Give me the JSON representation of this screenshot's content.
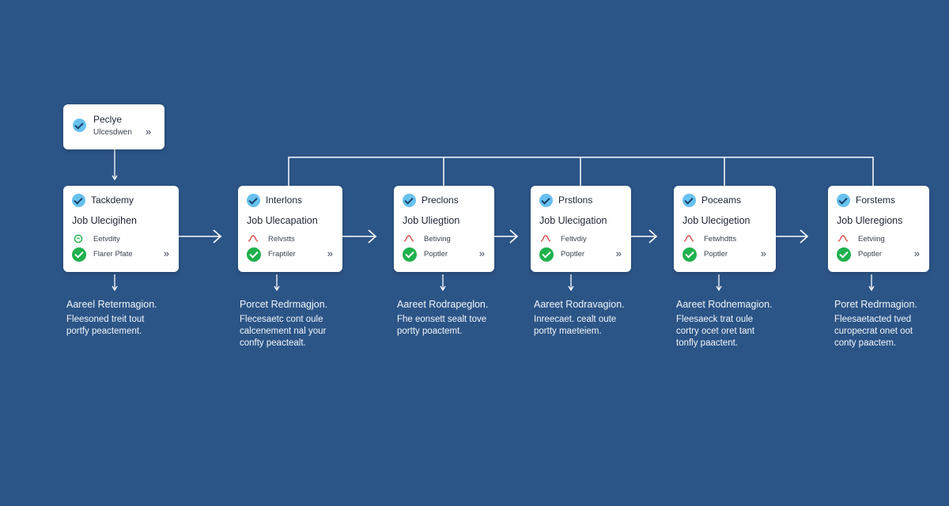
{
  "root": {
    "title": "Peclye",
    "subtitle": "Ulcesdwen",
    "chevron": "»"
  },
  "steps": [
    {
      "title": "Tackdemy",
      "subtitle": "Job Ulecigihen",
      "row1": "Eetvdity",
      "row2": "Flarer Pfate",
      "row1_icon": "green-ring-icon",
      "chevron": "»",
      "desc_title": "Aareel Retermagion.",
      "desc_body": [
        "Fleesoned treit tout",
        "portfy peactement."
      ]
    },
    {
      "title": "Interlons",
      "subtitle": "Job Ulecapation",
      "row1": "Relvstts",
      "row2": "Fraptiler",
      "row1_icon": "red-curve-icon",
      "chevron": "»",
      "desc_title": "Porcet Redrmagjon.",
      "desc_body": [
        "Flecesaetc cont oule",
        "calcenement nal your",
        "confty peactealt."
      ]
    },
    {
      "title": "Preclons",
      "subtitle": "Job Uliegtion",
      "row1": "Betiving",
      "row2": "Poptler",
      "row1_icon": "red-curve-icon",
      "chevron": "»",
      "desc_title": "Aareet Rodrapeglon.",
      "desc_body": [
        "Fhe eonsett sealt tove",
        "portty poactemt."
      ]
    },
    {
      "title": "Prstlons",
      "subtitle": "Job Ulecigation",
      "row1": "Feltvdiy",
      "row2": "Poptler",
      "row1_icon": "red-curve-icon",
      "chevron": "»",
      "desc_title": "Aareet Rodravagion.",
      "desc_body": [
        "Inreecaet. cealt oute",
        "portty maeteiem."
      ]
    },
    {
      "title": "Poceams",
      "subtitle": "Job Ulecigetion",
      "row1": "Fetwhdtts",
      "row2": "Poptler",
      "row1_icon": "red-curve-icon",
      "chevron": "»",
      "desc_title": "Aareet Rodnemagion.",
      "desc_body": [
        "Fleesaeck trat oule",
        "cortry ocet oret tant",
        "tonfly paactent."
      ]
    },
    {
      "title": "Forstems",
      "subtitle": "Job Uleregions",
      "row1": "Eetviing",
      "row2": "Poptler",
      "row1_icon": "red-curve-icon",
      "chevron": "»",
      "desc_title": "Poret Redrmagion.",
      "desc_body": [
        "Fleesaetacted tved",
        "curopecrat onet oot",
        "conty paactem."
      ]
    }
  ],
  "colors": {
    "background": "#2c5587",
    "card": "#ffffff",
    "check_blue": "#67c1ee",
    "check_green": "#1fb14d",
    "curve_red": "#d94a4a",
    "connector": "#ffffff"
  }
}
